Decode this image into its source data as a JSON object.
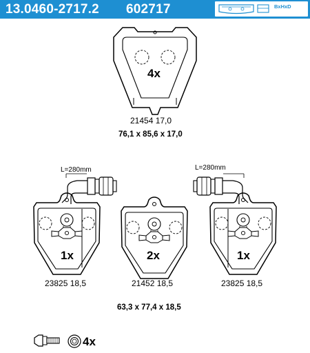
{
  "header": {
    "part_number": "13.0460-2717.2",
    "article_number": "602717",
    "dimension_icon_label": "BxHxD",
    "background_color": "#1e8fd2",
    "icon_name": "brake-pad-dimension-icon"
  },
  "top_pad": {
    "quantity": "4x",
    "part_label": "21454 17,0",
    "dimensions": "76,1 x 85,6 x 17,0"
  },
  "middle_pads": [
    {
      "quantity": "1x",
      "part_label": "23825 18,5",
      "cable_label": "L=280mm",
      "wear_sensor": true
    },
    {
      "quantity": "2x",
      "part_label": "21452 18,5",
      "wear_sensor": false
    },
    {
      "quantity": "1x",
      "part_label": "23825 18,5",
      "cable_label": "L=280mm",
      "wear_sensor": true
    }
  ],
  "middle_dimensions": "63,3 x 77,4 x 18,5",
  "accessories": {
    "quantity": "4x",
    "icons": [
      "bolt-icon",
      "washer-icon"
    ]
  }
}
